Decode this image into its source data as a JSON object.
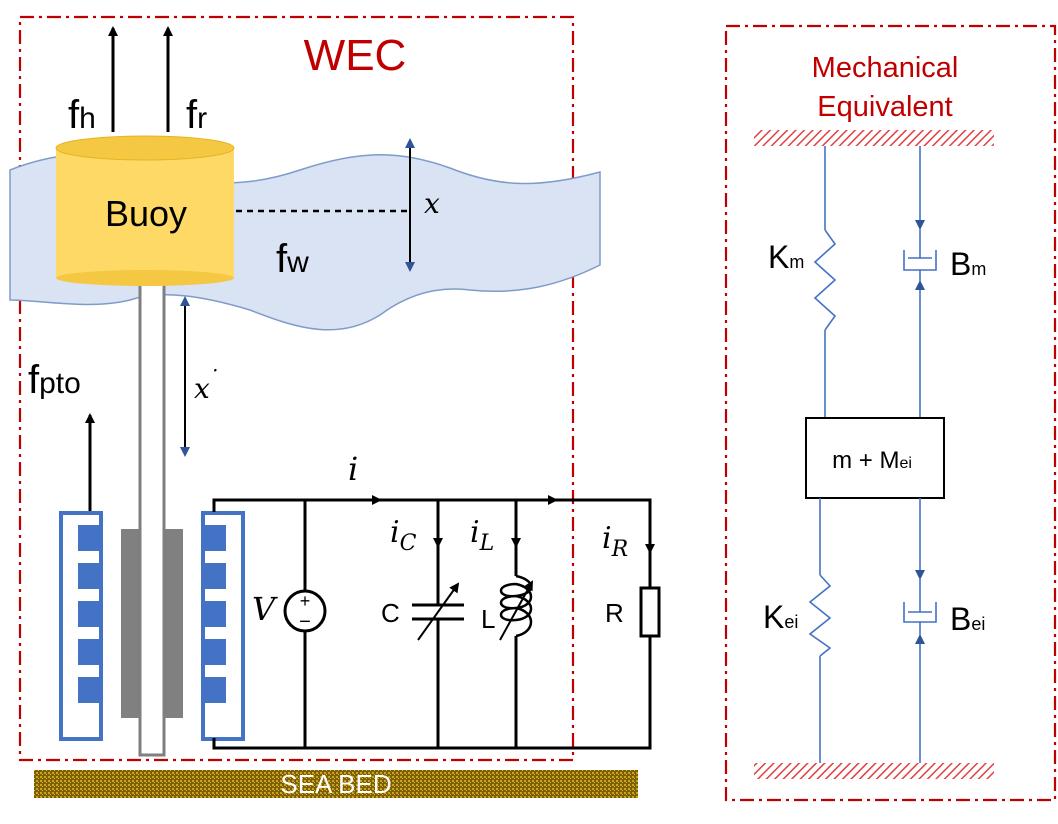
{
  "wec": {
    "title": "WEC",
    "buoy_label": "Buoy",
    "forces": {
      "fh": {
        "main": "f",
        "sub": "h"
      },
      "fr": {
        "main": "f",
        "sub": "r"
      },
      "fw": {
        "main": "f",
        "sub": "w"
      },
      "fpto": {
        "main": "f",
        "sub": "pto"
      }
    },
    "displacement": "x",
    "velocity": "x",
    "velocity_dot": "˙",
    "sea_bed": "SEA BED"
  },
  "circuit": {
    "current": "i",
    "ic": {
      "main": "i",
      "sub": "C"
    },
    "il": {
      "main": "i",
      "sub": "L"
    },
    "ir": {
      "main": "i",
      "sub": "R"
    },
    "source": "V",
    "capacitor": "C",
    "inductor": "L",
    "resistor": "R"
  },
  "mechanical": {
    "title_line1": "Mechanical",
    "title_line2": "Equivalent",
    "km": {
      "main": "K",
      "sub": "m"
    },
    "bm": {
      "main": "B",
      "sub": "m"
    },
    "mass": {
      "main": "m + M",
      "sub": "ei"
    },
    "kei": {
      "main": "K",
      "sub": "ei"
    },
    "bei": {
      "main": "B",
      "sub": "ei"
    }
  },
  "colors": {
    "frame": "#c00000",
    "buoy": "#ffd966",
    "wave": "#dae3f3",
    "magnet": "#4472c4",
    "stator": "#808080",
    "seabed": "#7f6000",
    "spring": "#4472c4"
  }
}
